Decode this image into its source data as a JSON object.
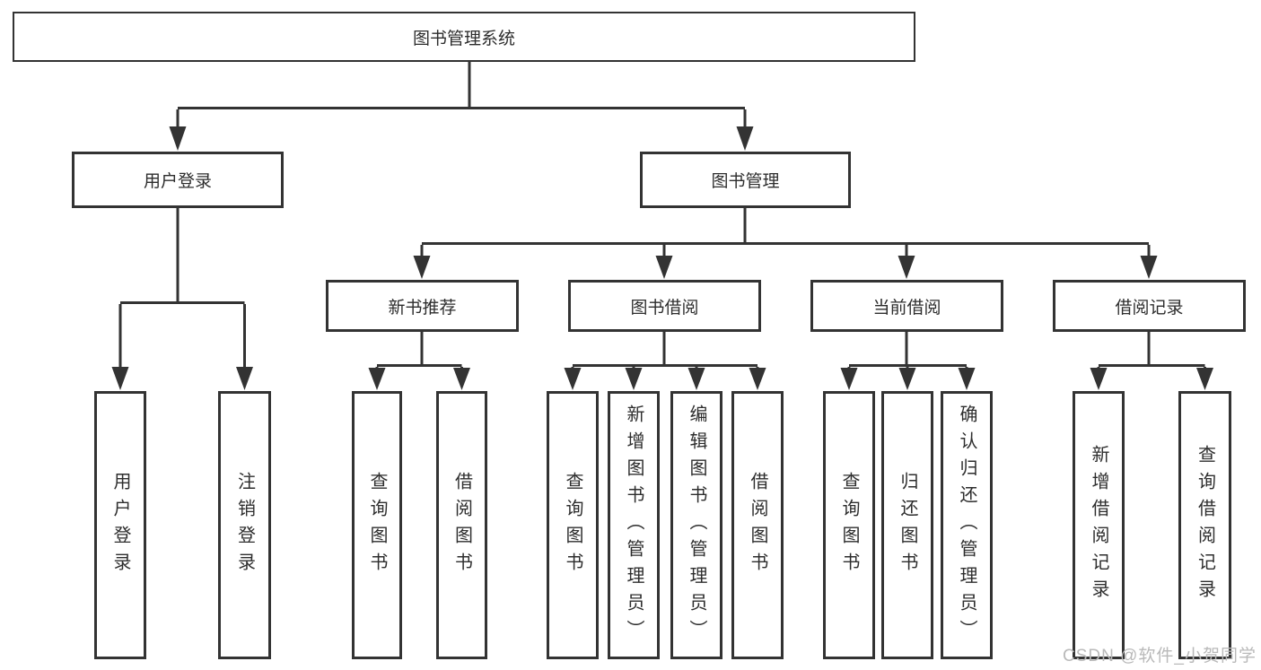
{
  "diagram": {
    "root": "图书管理系统",
    "level2": {
      "user_login": "用户登录",
      "book_management": "图书管理"
    },
    "level3": {
      "new_book_recommend": "新书推荐",
      "book_borrow": "图书借阅",
      "current_borrow": "当前借阅",
      "borrow_record": "借阅记录"
    },
    "leaves": {
      "user_login": [
        "用户登录",
        "注销登录"
      ],
      "new_book_recommend": [
        "查询图书",
        "借阅图书"
      ],
      "book_borrow": [
        "查询图书",
        "新增图书（管理员）",
        "编辑图书（管理员）",
        "借阅图书"
      ],
      "current_borrow": [
        "查询图书",
        "归还图书",
        "确认归还（管理员）"
      ],
      "borrow_record": [
        "新增借阅记录",
        "查询借阅记录"
      ]
    }
  },
  "watermark": "CSDN @软件_小贺同学",
  "colors": {
    "line": "#333333",
    "text": "#2d2d2d",
    "watermark": "#b9b9b9",
    "background": "#ffffff"
  }
}
